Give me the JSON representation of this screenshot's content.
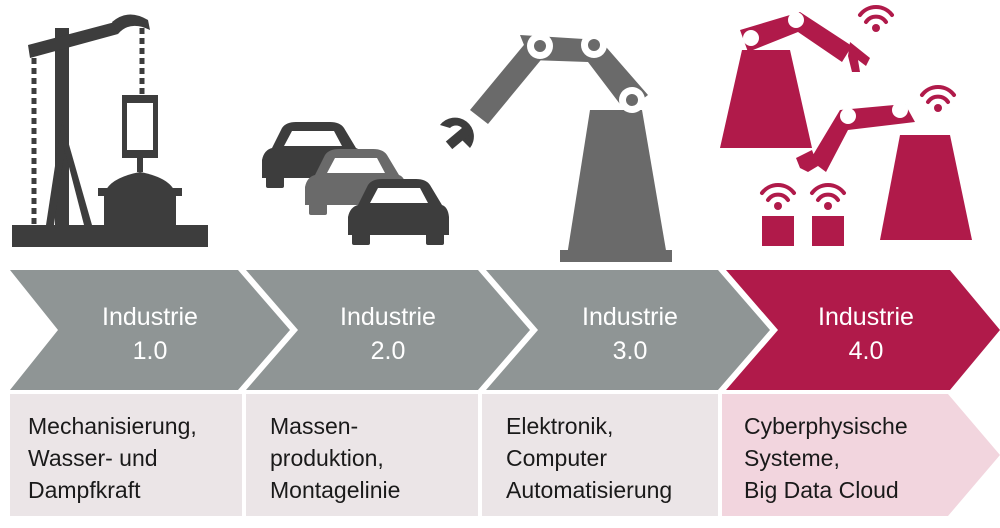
{
  "colors": {
    "gray_dark": "#3d3d3d",
    "gray_mid": "#6a6a6a",
    "gray_arrow": "#8f9595",
    "accent": "#b01a4a",
    "pale_gray": "#ebe5e7",
    "pale_pink": "#f2d5de"
  },
  "stages": [
    {
      "title": "Industrie",
      "version": "1.0",
      "lines": [
        "Mechanisierung,",
        "Wasser- und",
        "Dampfkraft"
      ],
      "icon": "oil-pump-icon"
    },
    {
      "title": "Industrie",
      "version": "2.0",
      "lines": [
        "Massen-",
        "produktion,",
        "Montagelinie"
      ],
      "icon": "cars-assembly-icon"
    },
    {
      "title": "Industrie",
      "version": "3.0",
      "lines": [
        "Elektronik,",
        "Computer",
        "Automatisierung"
      ],
      "icon": "robot-arm-icon"
    },
    {
      "title": "Industrie",
      "version": "4.0",
      "lines": [
        "Cyberphysische",
        "Systeme,",
        "Big Data Cloud"
      ],
      "icon": "connected-robots-icon"
    }
  ]
}
